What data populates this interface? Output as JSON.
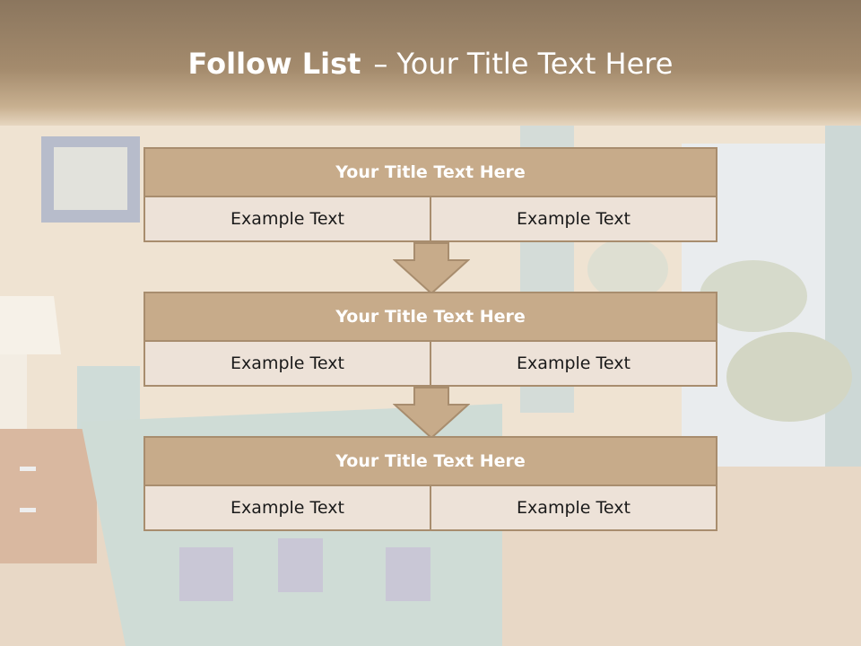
{
  "slide": {
    "title_bold": "Follow List",
    "title_sep": "–",
    "title_rest": "Your Title Text Here"
  },
  "steps": [
    {
      "title": "Your Title Text Here",
      "left": "Example Text",
      "right": "Example Text"
    },
    {
      "title": "Your Title Text Here",
      "left": "Example Text",
      "right": "Example Text"
    },
    {
      "title": "Your Title Text Here",
      "left": "Example Text",
      "right": "Example Text"
    }
  ],
  "colors": {
    "header": "#a48b6d",
    "box_title": "#c7ab8a",
    "box_border": "#a88d6e",
    "cell": "#ede2d8",
    "arrow": "#c7ab8a"
  },
  "icons": [
    "down-arrow-icon",
    "down-arrow-icon"
  ]
}
